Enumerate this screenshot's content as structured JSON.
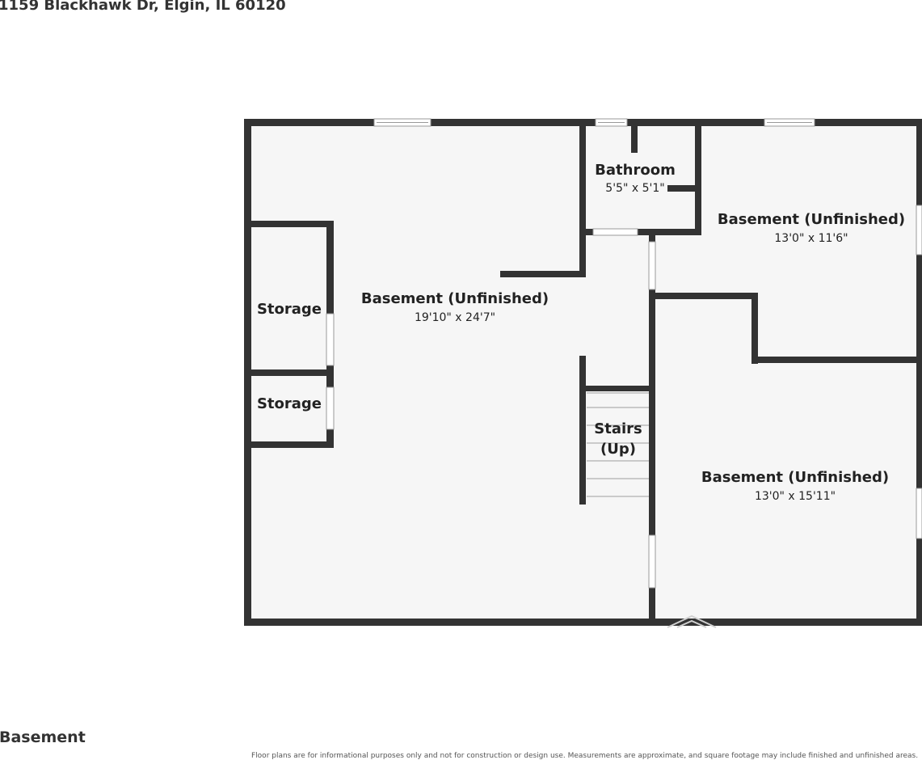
{
  "header": {
    "address": "1159 Blackhawk Dr, Elgin, IL 60120"
  },
  "floor": {
    "name": "Basement"
  },
  "footer": {
    "disclaimer": "Floor plans are for informational purposes only and not for construction or design use. Measurements are approximate, and square footage may include finished and unfinished areas."
  },
  "rooms": {
    "main_basement": {
      "label": "Basement (Unfinished)",
      "dims": "19'10\" x 24'7\""
    },
    "bathroom": {
      "label": "Bathroom",
      "dims": "5'5\" x 5'1\""
    },
    "ne_basement": {
      "label": "Basement (Unfinished)",
      "dims": "13'0\" x 11'6\""
    },
    "se_basement": {
      "label": "Basement (Unfinished)",
      "dims": "13'0\" x 15'11\""
    },
    "storage_upper": {
      "label": "Storage"
    },
    "storage_lower": {
      "label": "Storage"
    },
    "stairs": {
      "label_line1": "Stairs",
      "label_line2": "(Up)"
    }
  },
  "colors": {
    "wall": "#333333",
    "floor": "#f6f6f6",
    "window": "#ffffff"
  }
}
